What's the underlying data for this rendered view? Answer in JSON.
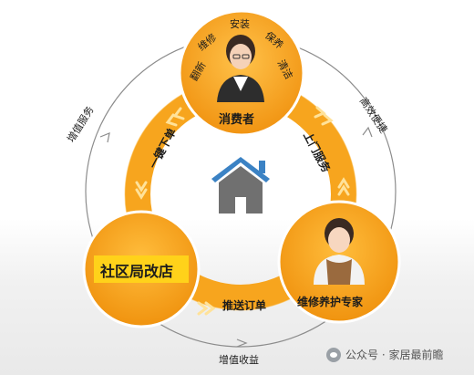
{
  "nodes": {
    "consumer": {
      "label": "消费者",
      "services": [
        "翻新",
        "维修",
        "安装",
        "保养",
        "清洁"
      ]
    },
    "community_store": {
      "label": "社区局改店"
    },
    "expert": {
      "label": "维修养护专家"
    }
  },
  "inner_flows": {
    "left": "一键下单",
    "right": "上门服务",
    "bottom": "推送订单"
  },
  "outer_flows": {
    "left": "增值服务",
    "right": "高效便捷",
    "bottom": "增值收益"
  },
  "watermark": {
    "text": "公众号 · 家居最前瞻"
  },
  "colors": {
    "orange": "#f7a51e",
    "orange_dark": "#ee8a12",
    "yellow_box": "#ffd21a",
    "house_roof": "#3b82c4",
    "house_body": "#707070"
  }
}
